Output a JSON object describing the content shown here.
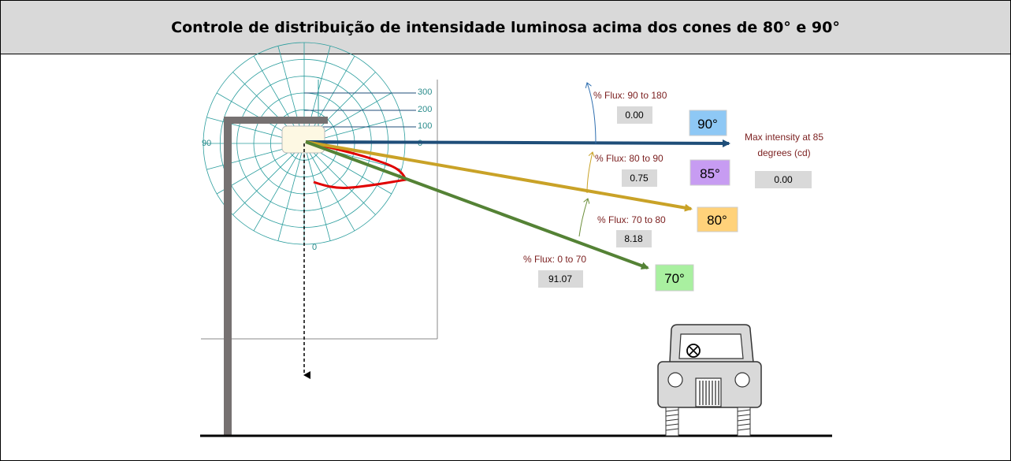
{
  "header": {
    "title": "Controle de distribuição de intensidade luminosa acima dos cones de 80° e 90°"
  },
  "polar": {
    "ring_labels": [
      "300",
      "200",
      "100",
      "0"
    ],
    "angle_label_left": "90",
    "angle_label_bottom": "0"
  },
  "flux": {
    "f90_180": {
      "label": "% Flux: 90 to 180",
      "value": "0.00"
    },
    "f80_90": {
      "label": "% Flux: 80 to 90",
      "value": "0.75"
    },
    "f70_80": {
      "label": "% Flux: 70 to 80",
      "value": "8.18"
    },
    "f0_70": {
      "label": "% Flux: 0 to 70",
      "value": "91.07"
    }
  },
  "max_intensity": {
    "label_line1": "Max intensity at 85",
    "label_line2": "degrees (cd)",
    "value": "0.00"
  },
  "cones": {
    "c90": {
      "label": "90°",
      "color": "#8ec8f5"
    },
    "c85": {
      "label": "85°",
      "color": "#c79cf2"
    },
    "c80": {
      "label": "80°",
      "color": "#ffd27a"
    },
    "c70": {
      "label": "70°",
      "color": "#a9f0a0"
    }
  },
  "colors": {
    "ray90": "#1f4e79",
    "ray80": "#c9a227",
    "ray70": "#548235",
    "polar_grid": "#2a9d9d",
    "curve": "#e00000",
    "pole": "#767171"
  },
  "icons": [
    "car-icon",
    "steering-wheel-icon",
    "lamp-icon"
  ]
}
